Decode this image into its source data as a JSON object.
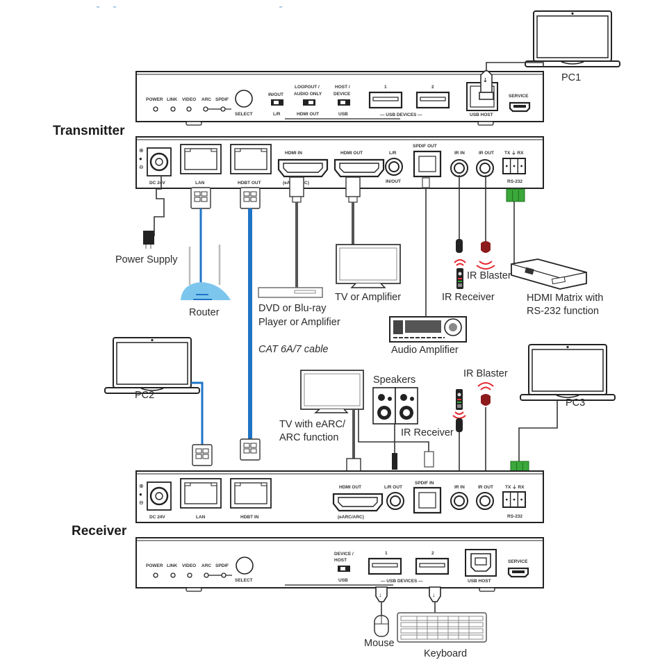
{
  "titles": {
    "transmitter": "Transmitter",
    "receiver": "Receiver"
  },
  "tx_front": {
    "leds": [
      "POWER",
      "LINK",
      "VIDEO",
      "ARC",
      "SPDIF"
    ],
    "select": "SELECT",
    "sw1_top": "IN/OUT",
    "sw1_bottom": "L/R",
    "sw2_top1": "LOOPOUT /",
    "sw2_top2": "AUDIO ONLY",
    "sw2_bottom": "HDMI OUT",
    "sw3_top1": "HOST /",
    "sw3_top2": "DEVICE",
    "sw3_bottom": "USB",
    "usb1": "1",
    "usb2": "2",
    "usb_devices": "— USB DEVICES —",
    "usb_host": "USB HOST",
    "service": "SERVICE"
  },
  "tx_rear": {
    "dc": "DC 24V",
    "lan": "LAN",
    "hdbt": "HDBT OUT",
    "hdmi_in": "HDMI IN",
    "hdmi_in_sub": "(eARC/ARC)",
    "hdmi_out": "HDMI OUT",
    "lr_top": "L/R",
    "lr_bottom": "IN/OUT",
    "spdif": "SPDIF OUT",
    "ir_in": "IR IN",
    "ir_out": "IR OUT",
    "rs_top": "TX ⏚ RX",
    "rs_bottom": "RS-232"
  },
  "rx_rear": {
    "dc": "DC 24V",
    "lan": "LAN",
    "hdbt": "HDBT IN",
    "hdmi_out": "HDMI OUT",
    "hdmi_out_sub": "(eARC/ARC)",
    "lr": "L/R OUT",
    "spdif": "SPDIF IN",
    "ir_in": "IR IN",
    "ir_out": "IR OUT",
    "rs_top": "TX ⏚ RX",
    "rs_bottom": "RS-232"
  },
  "rx_front": {
    "leds": [
      "POWER",
      "LINK",
      "VIDEO",
      "ARC",
      "SPDIF"
    ],
    "select": "SELECT",
    "sw_top1": "DEVICE /",
    "sw_top2": "HOST",
    "sw_bottom": "USB",
    "usb1": "1",
    "usb2": "2",
    "usb_devices": "— USB DEVICES —",
    "usb_host": "USB HOST",
    "service": "SERVICE"
  },
  "devices": {
    "pc1": "PC1",
    "pc2": "PC2",
    "pc3": "PC3",
    "power_supply": "Power Supply",
    "router": "Router",
    "dvd_line1": "DVD or Blu-ray",
    "dvd_line2": "Player or Amplifier",
    "cable": "CAT 6A/7 cable",
    "tv_amp": "TV or Amplifier",
    "audio_amp": "Audio Amplifier",
    "ir_blaster_tx": "IR Blaster",
    "ir_receiver_tx": "IR Receiver",
    "matrix_line1": "HDMI Matrix with",
    "matrix_line2": "RS-232 function",
    "tv_earc_line1": "TV with eARC/",
    "tv_earc_line2": "ARC function",
    "speakers": "Speakers",
    "ir_receiver_rx": "IR Receiver",
    "ir_blaster_rx": "IR Blaster",
    "mouse": "Mouse",
    "keyboard": "Keyboard"
  },
  "colors": {
    "cable_blue": "#1f74c7",
    "router_blue": "#7cc6ee",
    "ir_red": "#e3262d",
    "terminal_green": "#3aa83a"
  }
}
